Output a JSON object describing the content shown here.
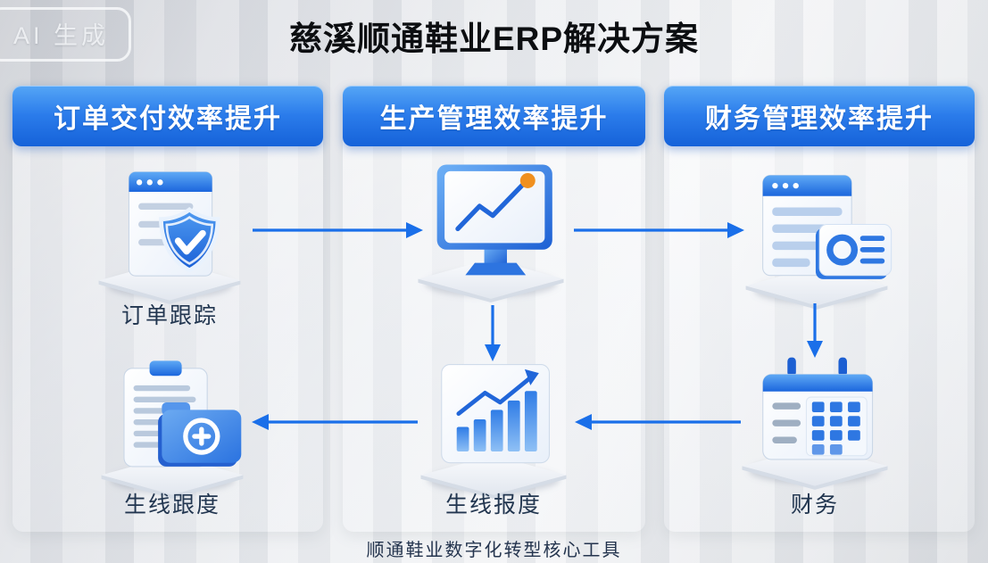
{
  "badge": {
    "label": "AI 生成"
  },
  "title": "慈溪顺通鞋业ERP解决方案",
  "columns": [
    {
      "header": "订单交付效率提升"
    },
    {
      "header": "生产管理效率提升"
    },
    {
      "header": "财务管理效率提升"
    }
  ],
  "nodes": [
    {
      "icon": "document-shield-icon",
      "label": "订单跟踪"
    },
    {
      "icon": "monitor-trend-chart-icon",
      "label": ""
    },
    {
      "icon": "browser-report-card-icon",
      "label": ""
    },
    {
      "icon": "clipboard-folder-plus-icon",
      "label": "生线跟度"
    },
    {
      "icon": "barchart-growth-icon",
      "label": "生线报度"
    },
    {
      "icon": "calendar-grid-icon",
      "label": "财务"
    }
  ],
  "footer": "顺通鞋业数字化转型核心工具",
  "colors": {
    "accent_blue": "#1a6fe9",
    "header_gradient_top": "#55a6f6",
    "header_gradient_bottom": "#1562d9",
    "arrow": "#1a6fe9",
    "orange_dot": "#f0901f",
    "label_text": "#223650",
    "title_text": "#0c0e11",
    "footer_text": "#24344e"
  }
}
